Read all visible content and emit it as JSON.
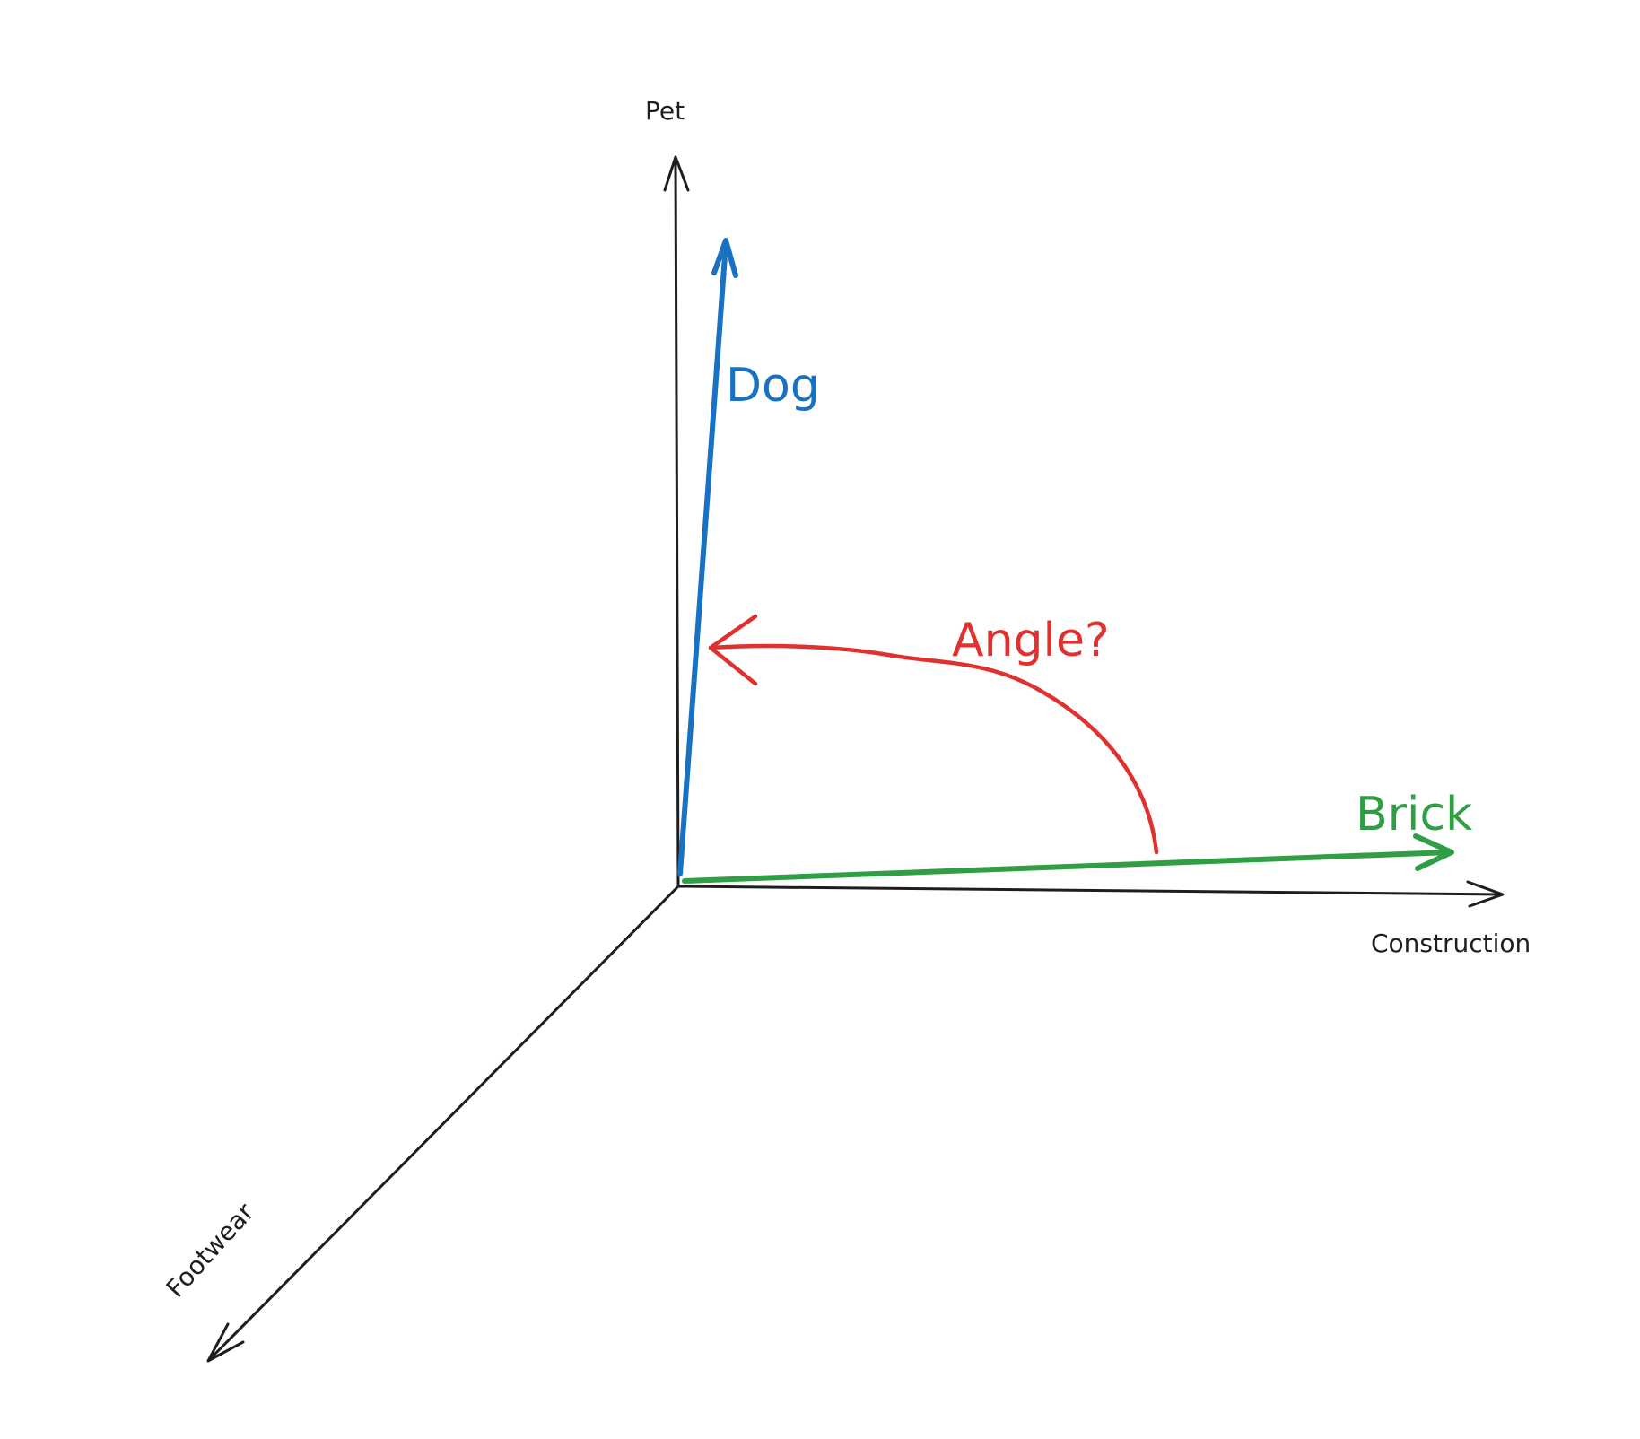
{
  "colors": {
    "axis": "#1e1e1e",
    "dog": "#1971c2",
    "brick": "#2f9e44",
    "angle": "#e03131",
    "background": "#ffffff"
  },
  "axes": {
    "pet": "Pet",
    "construction": "Construction",
    "footwear": "Footwear"
  },
  "vectors": {
    "dog": "Dog",
    "brick": "Brick"
  },
  "angle": {
    "label": "Angle?"
  }
}
